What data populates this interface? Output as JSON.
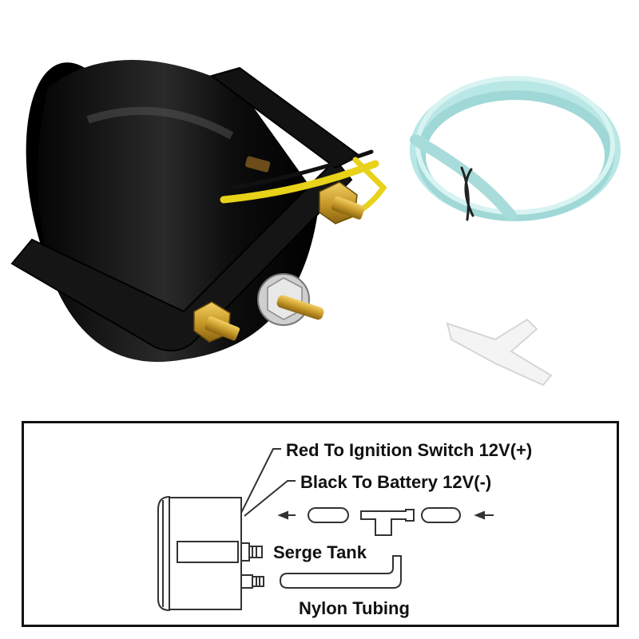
{
  "colors": {
    "gauge_body": "#111111",
    "wire_yellow": "#e8d21a",
    "brass": "#c99b2a",
    "tubing": "#9fd8d6",
    "fitting": "#f2f2f2",
    "diagram_line": "#333333"
  },
  "diagram": {
    "labels": {
      "red_wire": "Red  To Ignition Switch 12V(+)",
      "black_wire": "Black  To Battery 12V(-)",
      "serge_tank": "Serge Tank",
      "nylon_tubing": "Nylon Tubing"
    }
  },
  "icons": {
    "gauge": "gauge-photo",
    "tubing": "tubing-coil-photo",
    "fitting": "tee-fitting-photo"
  }
}
